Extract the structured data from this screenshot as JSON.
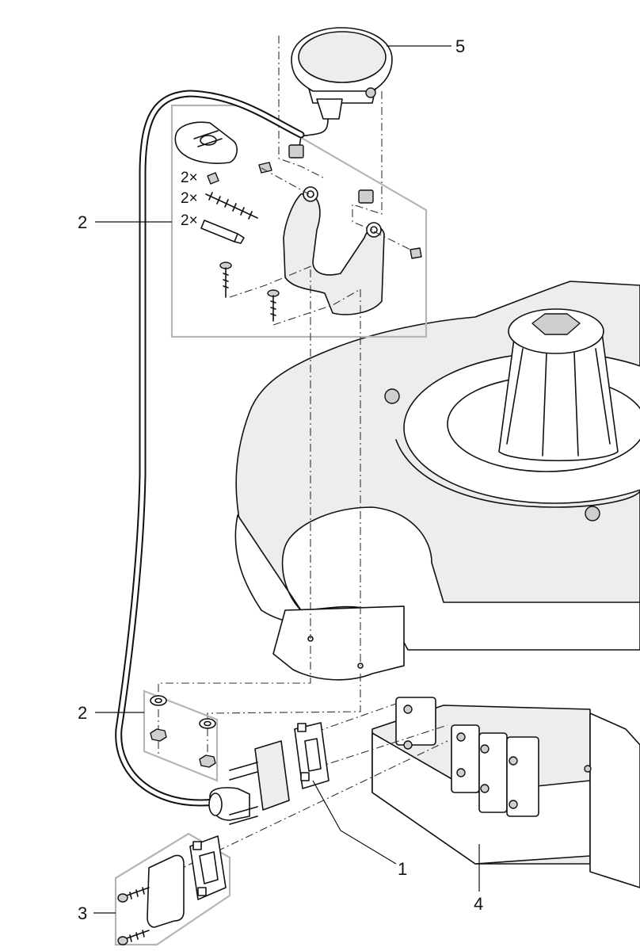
{
  "callouts": {
    "part_1": "1",
    "part_2_mount": "2",
    "part_2_hardware": "2",
    "part_3": "3",
    "part_4": "4",
    "part_5": "5"
  },
  "quantities": {
    "screw_small": "2×",
    "screw_long": "2×",
    "wall_plug": "2×"
  },
  "colors": {
    "line": "#111111",
    "part_fill": "#ededed",
    "kit_box": "#b5b5b5"
  }
}
